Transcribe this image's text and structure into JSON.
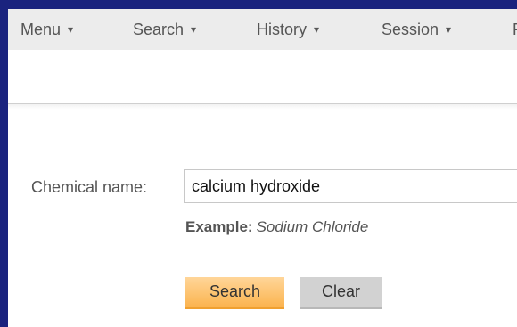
{
  "menubar": {
    "items": [
      {
        "label": "Menu",
        "caret": "▾"
      },
      {
        "label": "Search",
        "caret": "▾"
      },
      {
        "label": "History",
        "caret": "▾"
      },
      {
        "label": "Session",
        "caret": "▾"
      },
      {
        "label": "F"
      }
    ]
  },
  "form": {
    "chemical_name_label": "Chemical name:",
    "chemical_name_value": "calcium hydroxide",
    "example_label": "Example:",
    "example_value": "Sodium Chloride",
    "search_button": "Search",
    "clear_button": "Clear"
  },
  "colors": {
    "frame_border": "#1a237e",
    "menubar_bg": "#ececec",
    "search_button": "#fbb450",
    "clear_button": "#d2d2d2"
  }
}
